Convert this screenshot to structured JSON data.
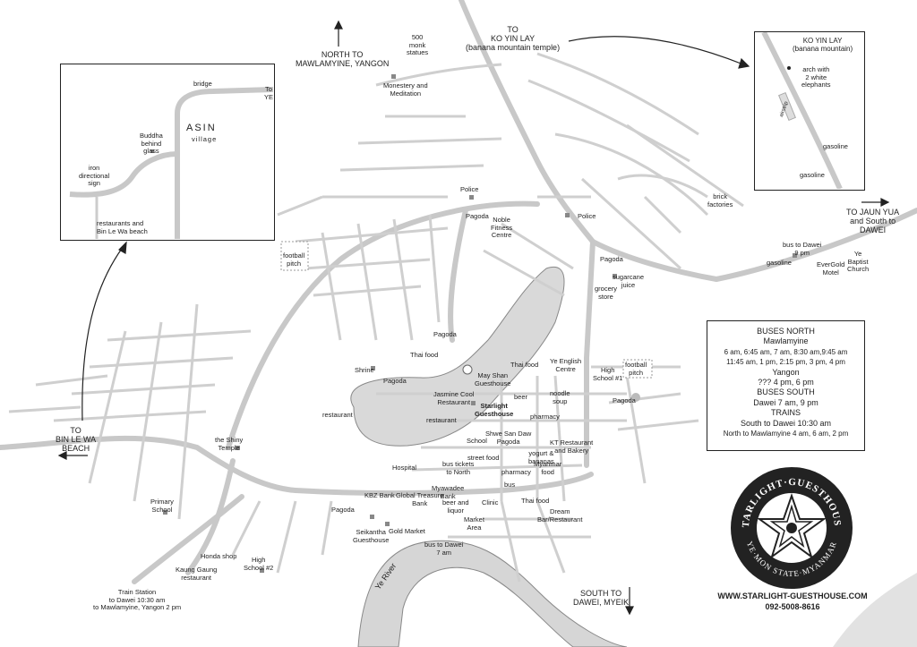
{
  "directions": {
    "north": "NORTH TO\nMAWLAMYINE, YANGON",
    "koyinlay": "TO\nKO YIN LAY\n(banana mountain temple)",
    "binlewa": "TO\nBIN LE WA\nBEACH",
    "jaunyua": "TO JAUN YUA\nand South to\nDAWEI",
    "south": "SOUTH TO\nDAWEI, MYEIK"
  },
  "asin_inset": {
    "title": "ASIN",
    "subtitle": "village",
    "bridge": "bridge",
    "toye": "To YE",
    "buddha": "Buddha\nbehind\nglass",
    "sign": "iron\ndirectional\nsign",
    "restaurants": "restaurants and\nBin Le Wa beach"
  },
  "koyinlay_inset": {
    "title": "KO YIN LAY\n(banana mountain)",
    "arch": "arch with\n2 white\nelephants",
    "airstrip": "airstrip",
    "gasoline1": "gasoline",
    "gasoline2": "gasoline"
  },
  "places": {
    "monk_statues": "500\nmonk\nstatues",
    "monastery": "Monestery and\nMeditation",
    "police1": "Police",
    "pagoda_top": "Pagoda",
    "noble": "Noble\nFitness\nCentre",
    "police2": "Police",
    "brick": "brick\nfactories",
    "bus_dawei": "bus to Dawei\n9 pm",
    "gasoline_e": "gasoline",
    "evergold": "EverGold\nMotel",
    "baptist": "Ye\nBaptist\nChurch",
    "football1": "football\npitch",
    "pagoda_e": "Pagoda",
    "sugarcane": "sugarcane\njuice",
    "grocery": "grocery\nstore",
    "pagoda_n": "Pagoda",
    "thai_food1": "Thai food",
    "shrine": "Shrine",
    "pagoda_w": "Pagoda",
    "thai_food2": "Thai food",
    "may_shan": "May Shan\nGuesthouse",
    "ye_english": "Ye English\nCentre",
    "high_school1": "High\nSchool #1",
    "football2": "football\npitch",
    "jasmine": "Jasmine Cool\nRestaurant",
    "beer": "beer",
    "noodle": "noodle\nsoup",
    "pagoda_se": "Pagoda",
    "restaurant1": "restaurant",
    "restaurant2": "restaurant",
    "starlight": "Starlight\nGuesthouse",
    "pharmacy1": "pharmacy",
    "school": "School",
    "shwe_san": "Shwe San Daw\nPagoda",
    "kt_rest": "KT Restaurant\nand Bakery",
    "yogurt": "yogurt &\nbananas",
    "shiny": "the Shiny\nTemple",
    "hospital": "Hospital",
    "street_food": "street food",
    "bus_north": "bus tickets\nto North",
    "pharmacy2": "pharmacy",
    "myanmar_food": "Myanmar\nfood",
    "bus": "bus",
    "kbz": "KBZ Bank",
    "global": "Global Treasure\nBank",
    "myawadee": "Myawadee\nBank",
    "clinic": "Clinic",
    "thai_food3": "Thai food",
    "primary": "Primary\nSchool",
    "pagoda_sw": "Pagoda",
    "beer_liquor": "beer and\nliquor",
    "dream": "Dream\nBar/Restaurant",
    "market": "Market\nArea",
    "seikantha": "Seikantha\nGuesthouse",
    "gold_market": "Gold Market",
    "bus_dawei7": "bus to Dawei\n7 am",
    "honda": "Honda shop",
    "high_school2": "High\nSchool #2",
    "kaung": "Kaung Gaung\nrestaurant",
    "train": "Train Station\nto Dawei 10:30 am\nto Mawlamyine, Yangon 2 pm",
    "ye_river": "Ye River"
  },
  "schedule": {
    "buses_north": "BUSES NORTH",
    "mawlamyine": "Mawlamyine",
    "maw_times1": "6 am, 6:45 am, 7 am, 8:30 am,9:45 am",
    "maw_times2": "11:45 am, 1 pm, 2:15 pm, 3 pm, 4 pm",
    "yangon": "Yangon",
    "yangon_times": "??? 4 pm, 6 pm",
    "buses_south": "BUSES SOUTH",
    "dawei": "Dawei 7 am, 9 pm",
    "trains": "TRAINS",
    "train_south": "South to Dawei 10:30 am",
    "train_north": "North to Mawlamyine 4 am, 6 am, 2 pm"
  },
  "logo": {
    "name": "STARLIGHT·GUESTHOUSE",
    "place": "YE·MON STATE·MYANMAR"
  },
  "footer": {
    "url": "WWW.STARLIGHT-GUESTHOUSE.COM",
    "phone": "092-5008-8616"
  }
}
